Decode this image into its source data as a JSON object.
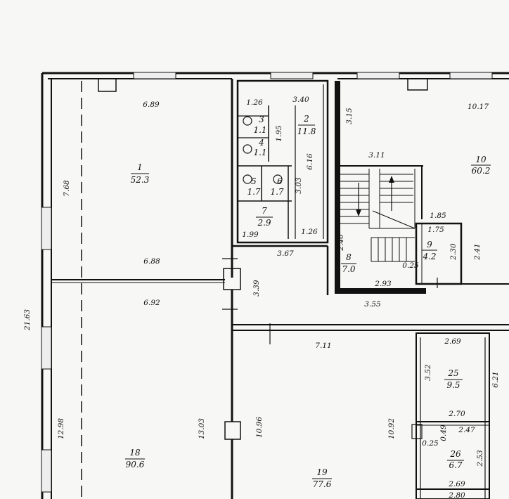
{
  "overall_dimension": "21.63",
  "rooms": [
    {
      "id": "room-1",
      "number": "1",
      "area": "52.3"
    },
    {
      "id": "room-2",
      "number": "2",
      "area": "11.8"
    },
    {
      "id": "room-3",
      "number": "3",
      "area": "1.1"
    },
    {
      "id": "room-4",
      "number": "4",
      "area": "1.1"
    },
    {
      "id": "room-5",
      "number": "5",
      "area": "1.7"
    },
    {
      "id": "room-6",
      "number": "6",
      "area": "1.7"
    },
    {
      "id": "room-7",
      "number": "7",
      "area": "2.9"
    },
    {
      "id": "room-8",
      "number": "8",
      "area": "7.0"
    },
    {
      "id": "room-9",
      "number": "9",
      "area": "4.2"
    },
    {
      "id": "room-10",
      "number": "10",
      "area": "60.2"
    },
    {
      "id": "room-18",
      "number": "18",
      "area": "90.6"
    },
    {
      "id": "room-19",
      "number": "19",
      "area": "77.6"
    },
    {
      "id": "room-25",
      "number": "25",
      "area": "9.5"
    },
    {
      "id": "room-26",
      "number": "26",
      "area": "6.7"
    }
  ],
  "dimensions": [
    "6.89",
    "7.68",
    "6.88",
    "1.26",
    "3.40",
    "1.95",
    "6.16",
    "3.03",
    "1.99",
    "1.26",
    "3.67",
    "3.15",
    "10.17",
    "3.11",
    "2.40",
    "1.85",
    "1.75",
    "2.30",
    "2.41",
    "0.25",
    "2.93",
    "3.55",
    "3.39",
    "6.92",
    "7.11",
    "12.98",
    "13.03",
    "10.96",
    "10.92",
    "2.69",
    "3.52",
    "6.21",
    "2.70",
    "0.49",
    "2.47",
    "0.25",
    "2.53",
    "2.69",
    "2.80"
  ]
}
